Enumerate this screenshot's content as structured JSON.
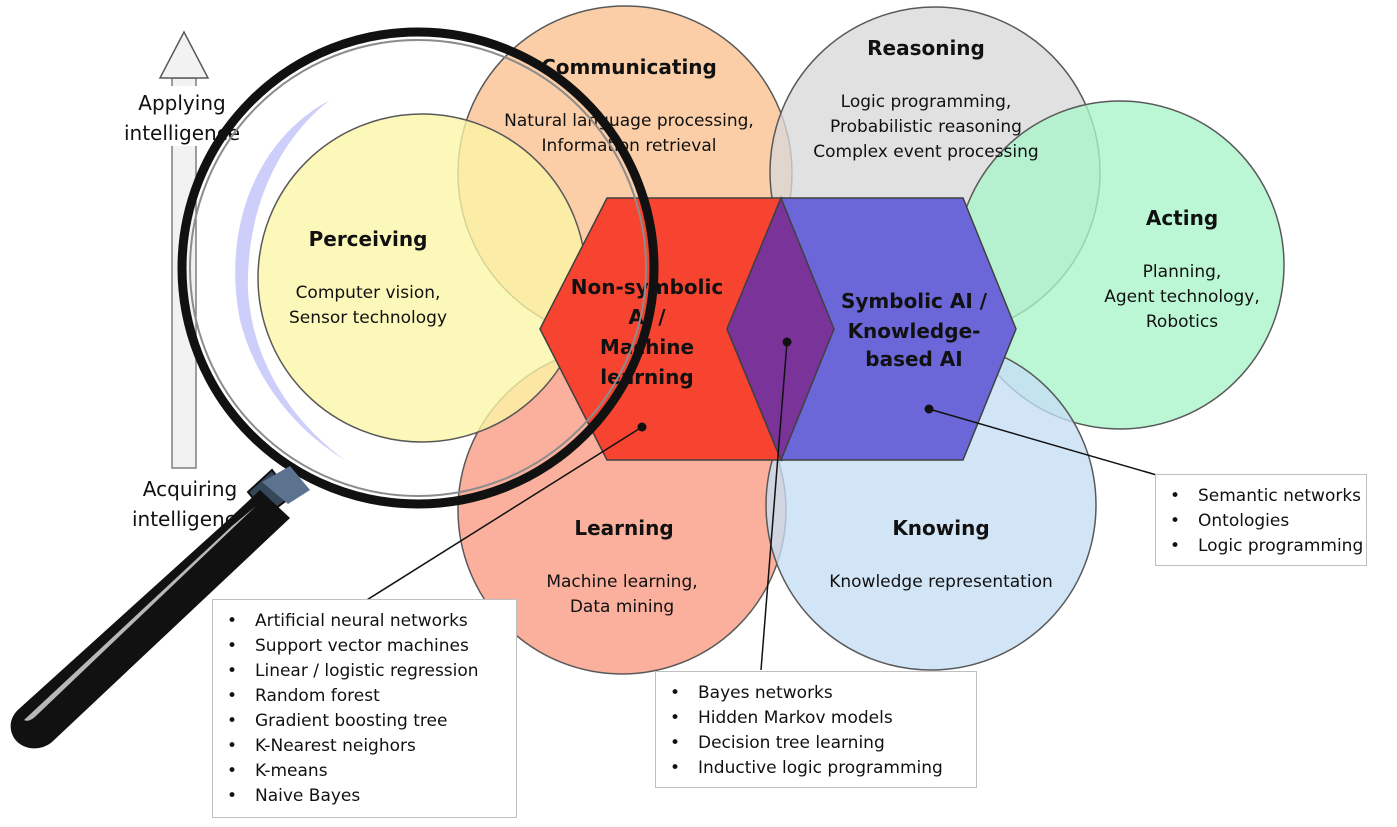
{
  "circles": {
    "communicating": {
      "title": "Communicating",
      "lines": [
        "Natural language processing,",
        "Information retrieval"
      ],
      "fill": "#fac090"
    },
    "reasoning": {
      "title": "Reasoning",
      "lines": [
        "Logic programming,",
        "Probabilistic reasoning",
        "Complex event processing"
      ],
      "fill": "#d9d9d9"
    },
    "acting": {
      "title": "Acting",
      "lines": [
        "Planning,",
        "Agent technology,",
        "Robotics"
      ],
      "fill": "#a9f5c9"
    },
    "perceiving": {
      "title": "Perceiving",
      "lines": [
        "Computer vision,",
        "Sensor technology"
      ],
      "fill": "#fbf6a5"
    },
    "learning": {
      "title": "Learning",
      "lines": [
        "Machine learning,",
        "Data mining"
      ],
      "fill": "#f89a80"
    },
    "knowing": {
      "title": "Knowing",
      "lines": [
        "Knowledge representation"
      ],
      "fill": "#c5def5"
    }
  },
  "hexagons": {
    "nonsymbolic": {
      "lines": [
        "Non-symbolic",
        "AI /",
        "Machine",
        "learning"
      ],
      "fill": "#f74431"
    },
    "symbolic": {
      "lines": [
        "Symbolic AI /",
        "Knowledge-",
        "based AI"
      ],
      "fill": "#6b67d9"
    },
    "overlap_fill": "#7a3399"
  },
  "axis": {
    "top_label": [
      "Applying",
      "intelligence"
    ],
    "bottom_label": [
      "Acquiring",
      "intelligence"
    ]
  },
  "lists": {
    "ml_methods": [
      "Artificial neural networks",
      "Support vector machines",
      "Linear / logistic regression",
      "Random forest",
      "Gradient boosting tree",
      "K-Nearest neighors",
      "K-means",
      "Naive Bayes"
    ],
    "hybrid_methods": [
      "Bayes networks",
      "Hidden Markov models",
      "Decision tree learning",
      "Inductive logic programming"
    ],
    "symbolic_methods": [
      "Semantic networks",
      "Ontologies",
      "Logic programming"
    ]
  }
}
